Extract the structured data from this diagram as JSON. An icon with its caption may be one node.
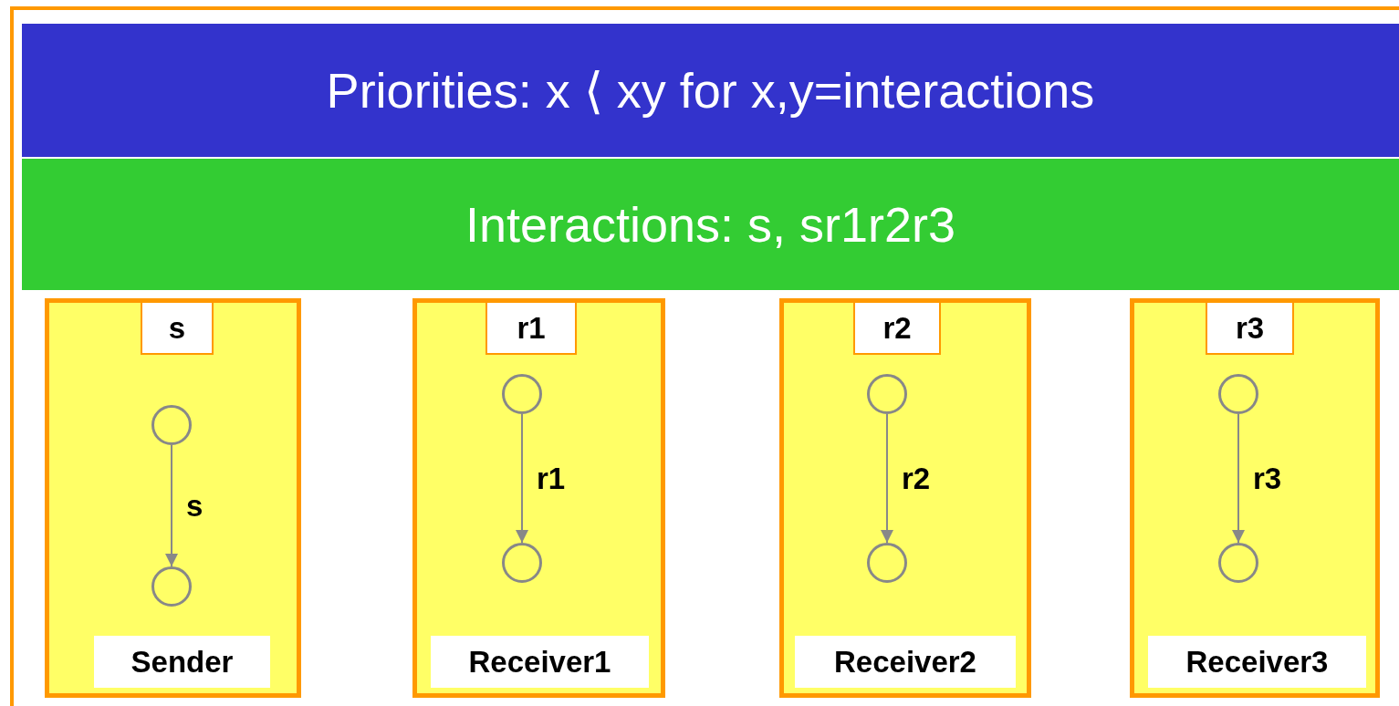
{
  "diagram": {
    "nodes": [
      {
        "text": [
          "Priorities: x ⟨ xy for x,y=interactions"
        ]
      },
      {
        "text": [
          "Interactions: s, sr1r2r3"
        ]
      },
      {
        "text": [],
        "shape": "box"
      },
      {
        "text": [
          "s"
        ],
        "in": 2
      },
      {
        "text": [],
        "shape": "circle",
        "in": 2
      },
      {
        "text": [],
        "shape": "circle",
        "in": 2
      },
      {
        "text": [
          "Sender"
        ],
        "in": 2
      },
      {
        "text": [],
        "shape": "box"
      },
      {
        "text": [
          "r1"
        ],
        "in": 7
      },
      {
        "text": [],
        "shape": "circle",
        "in": 7
      },
      {
        "text": [],
        "shape": "circle",
        "in": 7
      },
      {
        "text": [
          "Receiver1"
        ],
        "in": 7
      },
      {
        "text": [],
        "shape": "box"
      },
      {
        "text": [
          "r2"
        ],
        "in": 12
      },
      {
        "text": [],
        "shape": "circle",
        "in": 12
      },
      {
        "text": [],
        "shape": "circle",
        "in": 12
      },
      {
        "text": [
          "Receiver2"
        ],
        "in": 12
      },
      {
        "text": [],
        "shape": "box"
      },
      {
        "text": [
          "r3"
        ],
        "in": 17
      },
      {
        "text": [],
        "shape": "circle",
        "in": 17
      },
      {
        "text": [],
        "shape": "circle",
        "in": 17
      },
      {
        "text": [
          "Receiver3"
        ],
        "in": 17
      }
    ],
    "edges": [
      {
        "from": 4,
        "to": 5,
        "arrow": "to",
        "label": "s"
      },
      {
        "from": 9,
        "to": 10,
        "arrow": "to",
        "label": "r1"
      },
      {
        "from": 14,
        "to": 15,
        "arrow": "to",
        "label": "r2"
      },
      {
        "from": 19,
        "to": 20,
        "arrow": "to",
        "label": "r3"
      }
    ]
  }
}
